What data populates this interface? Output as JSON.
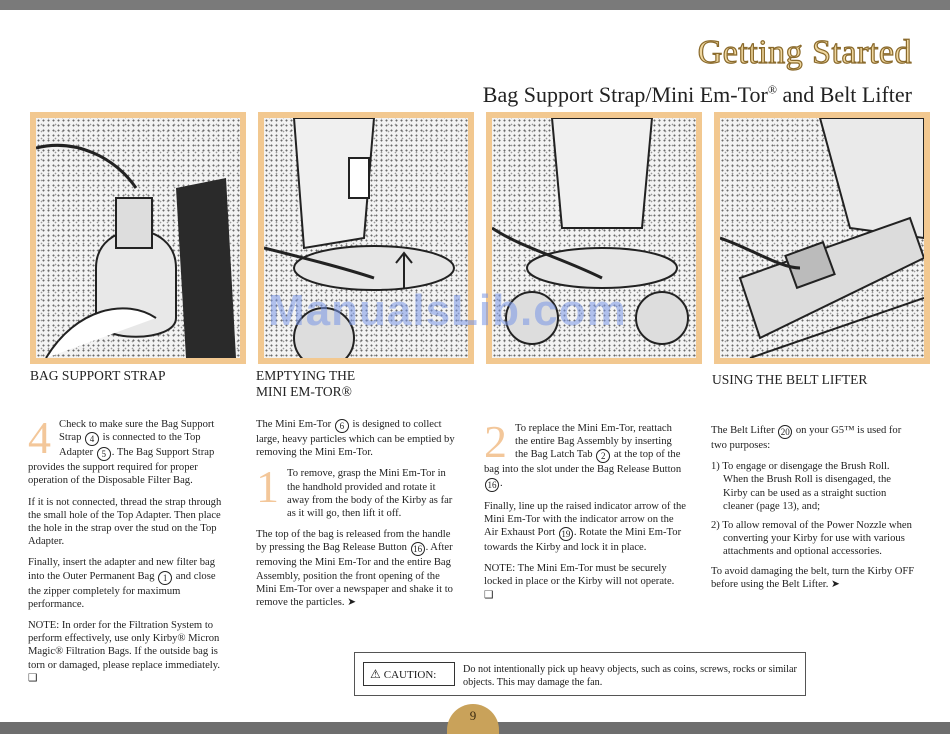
{
  "header": {
    "title": "Getting Started",
    "subtitle": "Bag Support Strap/Mini Em-Tor",
    "subtitle_mark": "®",
    "subtitle_end": " and Belt Lifter"
  },
  "sections": {
    "bag_support_strap": {
      "heading": "BAG SUPPORT STRAP",
      "step_number": "4",
      "step_text_a": "Check to make sure the Bag Support Strap ",
      "ref_4": "4",
      "step_text_b": " is connected to the Top Adapter ",
      "ref_5": "5",
      "step_text_c": ". The Bag Support Strap provides the support required for proper operation of the Disposable Filter Bag.",
      "para2": "If it is not connected, thread the strap through the small hole of the Top Adapter. Then place the hole in the strap over the stud on the Top Adapter.",
      "para3_a": "Finally, insert the adapter and new filter bag into the Outer Permanent Bag ",
      "ref_1": "1",
      "para3_b": " and close the zipper completely for maximum performance.",
      "note": "NOTE: In order for the Filtration System to perform effectively, use only Kirby® Micron Magic® Filtration Bags. If the outside bag is torn or damaged, please replace immediately.",
      "end_mark": "❑"
    },
    "emptying": {
      "heading_line1": "EMPTYING THE",
      "heading_line2": "MINI EM-TOR®",
      "intro_a": "The Mini Em-Tor ",
      "ref_6": "6",
      "intro_b": " is designed to collect large, heavy particles which can be emptied by removing the Mini Em-Tor.",
      "step_number": "1",
      "step_text": "To remove, grasp the Mini Em-Tor in the handhold provided and rotate it away from the body of the Kirby as far as it will go, then lift it off.",
      "para2_a": "The top of the bag is released from the handle by pressing the Bag Release Button ",
      "ref_16": "16",
      "para2_b": ". After removing the Mini Em-Tor and the entire Bag Assembly, position the front opening of the Mini Em-Tor over a newspaper and shake it to remove the particles.",
      "arrow": "➤"
    },
    "replace": {
      "step_number": "2",
      "step_text_a": "To replace the Mini Em-Tor, reattach the entire Bag Assembly by inserting the Bag Latch Tab ",
      "ref_2": "2",
      "step_text_b": " at the top of the bag into the slot under the Bag Release Button ",
      "ref_16": "16",
      "step_text_c": ".",
      "para2_a": "Finally, line up the raised indicator arrow of the Mini Em-Tor with the indicator arrow on the Air Exhaust Port ",
      "ref_19": "19",
      "para2_b": ". Rotate the Mini Em-Tor towards the Kirby and lock it in place.",
      "note": "NOTE: The Mini Em-Tor must be securely locked in place or the Kirby will not operate.",
      "end_mark": "❑"
    },
    "belt_lifter": {
      "heading": "USING THE BELT LIFTER",
      "intro_a": "The Belt Lifter ",
      "ref_20": "20",
      "intro_b": " on your G5™ is used for two purposes:",
      "item1": "1) To engage or disengage the Brush Roll. When the Brush Roll is disengaged, the Kirby can be used as a straight suction cleaner (page 13), and;",
      "item2": "2) To allow removal of the Power Nozzle when converting your Kirby for use with various attachments and optional accessories.",
      "para_end": "To avoid damaging the belt, turn the Kirby OFF before using the Belt Lifter.",
      "arrow": "➤"
    }
  },
  "caution": {
    "icon": "⚠",
    "label": "CAUTION:",
    "text": "Do not intentionally pick up heavy objects, such as coins, screws, rocks or similar objects. This may damage the fan."
  },
  "watermark": "ManualsLib.com",
  "page_number": "9",
  "colors": {
    "photo_border": "#f2c890",
    "step_number": "#f3c79a",
    "page_tab": "#c9a25a",
    "watermark": "#7896e6"
  }
}
